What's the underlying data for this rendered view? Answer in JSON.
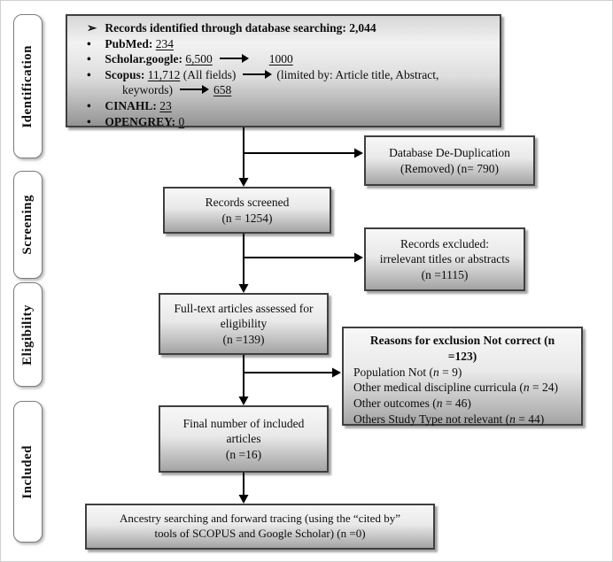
{
  "figure_title": "PRISMA study selection flow diagram",
  "stages": [
    "Identification",
    "Screening",
    "Eligibility",
    "Included"
  ],
  "colors": {
    "box_border": "#3f3f3f",
    "box_gradient_top": "#f7f7f7",
    "box_gradient_bottom": "#a4a4a4",
    "arrow": "#000000",
    "background": "#ffffff"
  },
  "search_box": {
    "header_bullet": "➢",
    "bullet": "•",
    "header": "Records identified through database searching: 2,044",
    "pubmed_label": "PubMed:",
    "pubmed_value": "234",
    "scholar_label": "Scholar.google:",
    "scholar_value": "6,500",
    "scholar_after_arrow": "1000",
    "scopus_label": "Scopus:",
    "scopus_value": "11,712",
    "scopus_mid": "(All fields)",
    "scopus_limited": "(limited by: Article title, Abstract,",
    "scopus_wrap": "keywords)",
    "scopus_final": "658",
    "cinahl_label": "CINAHL:",
    "cinahl_value": "23",
    "opengrey_label": "OPENGREY:",
    "opengrey_value": "0"
  },
  "dedup_box": {
    "line1": "Database De-Duplication",
    "line2": "(Removed) (n= 790)"
  },
  "screened_box": {
    "line1": "Records screened",
    "line2": "(n = 1254)"
  },
  "excluded_box": {
    "line1": "Records excluded:",
    "line2": "irrelevant titles or abstracts",
    "line3": "(n =1115)"
  },
  "fulltext_box": {
    "line1": "Full-text articles assessed for",
    "line2": "eligibility",
    "line3": "(n =139)"
  },
  "reasons_box": {
    "title_line1": "Reasons for exclusion Not correct (n",
    "title_line2": "=123)",
    "items": [
      {
        "pre": "Population Not (",
        "n": "n",
        "post": " = 9)"
      },
      {
        "pre": "Other medical discipline curricula (",
        "n": "n",
        "post": " = 24)"
      },
      {
        "pre": "Other outcomes (",
        "n": "n",
        "post": " = 46)"
      },
      {
        "pre": "Others Study Type not relevant (",
        "n": "n",
        "post": " = 44)"
      }
    ]
  },
  "final_box": {
    "line1": "Final number of included",
    "line2": "articles",
    "line3": "(n =16)"
  },
  "ancestry_box": {
    "line1": "Ancestry searching and forward tracing (using the “cited by”",
    "line2": "tools of SCOPUS and Google Scholar) (n =0)"
  }
}
